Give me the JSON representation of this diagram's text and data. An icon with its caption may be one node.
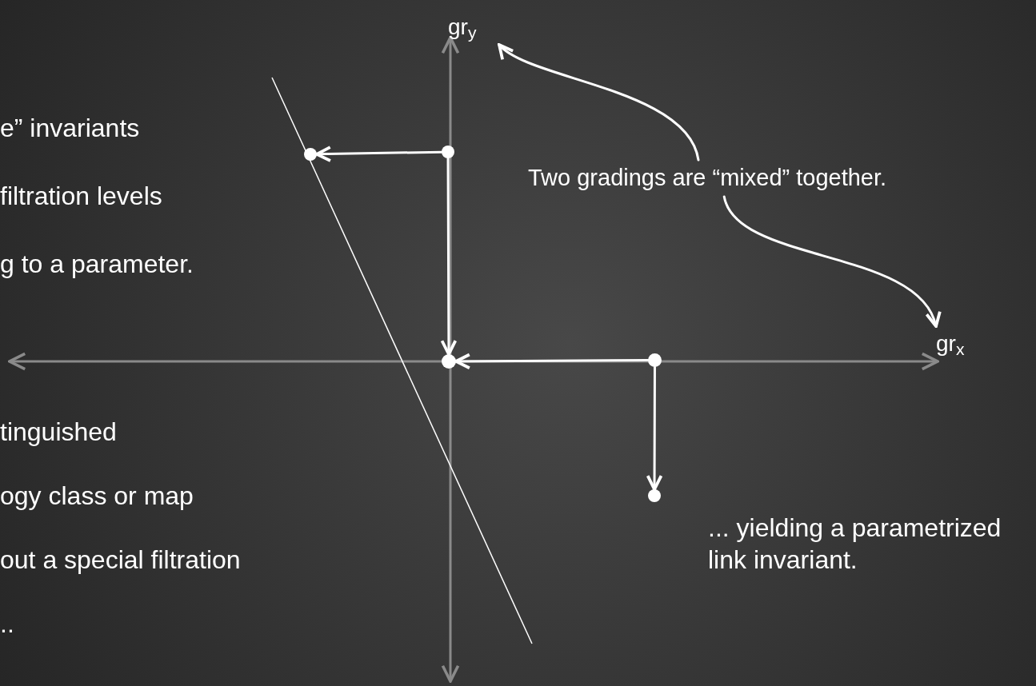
{
  "diagram": {
    "nodes": [
      {
        "text": [],
        "shape": "circle"
      },
      {
        "text": [],
        "shape": "circle"
      },
      {
        "text": [],
        "shape": "circle"
      },
      {
        "text": [],
        "shape": "circle"
      },
      {
        "text": [],
        "shape": "circle"
      },
      {
        "text": [
          "Two gradings are “mixed” together."
        ]
      },
      {
        "text": [
          "gr$_{y}$"
        ]
      },
      {
        "text": [
          "gr$_{x}$"
        ]
      }
    ],
    "edges": [
      {
        "from": 0,
        "to": 1,
        "arrow": "to"
      },
      {
        "from": 0,
        "to": 2,
        "arrow": "to"
      },
      {
        "from": 3,
        "to": 2,
        "arrow": "to"
      },
      {
        "from": 3,
        "to": 4,
        "arrow": "to"
      },
      {
        "from": 5,
        "to": 6,
        "arrow": "to"
      },
      {
        "from": 5,
        "to": 7,
        "arrow": "to"
      }
    ],
    "labels": [
      "e” invariants",
      "filtration levels",
      "g to a parameter.",
      "tinguished",
      "ogy class or map",
      "out a special filtration",
      "..",
      "... yielding a parametrized link invariant."
    ]
  }
}
